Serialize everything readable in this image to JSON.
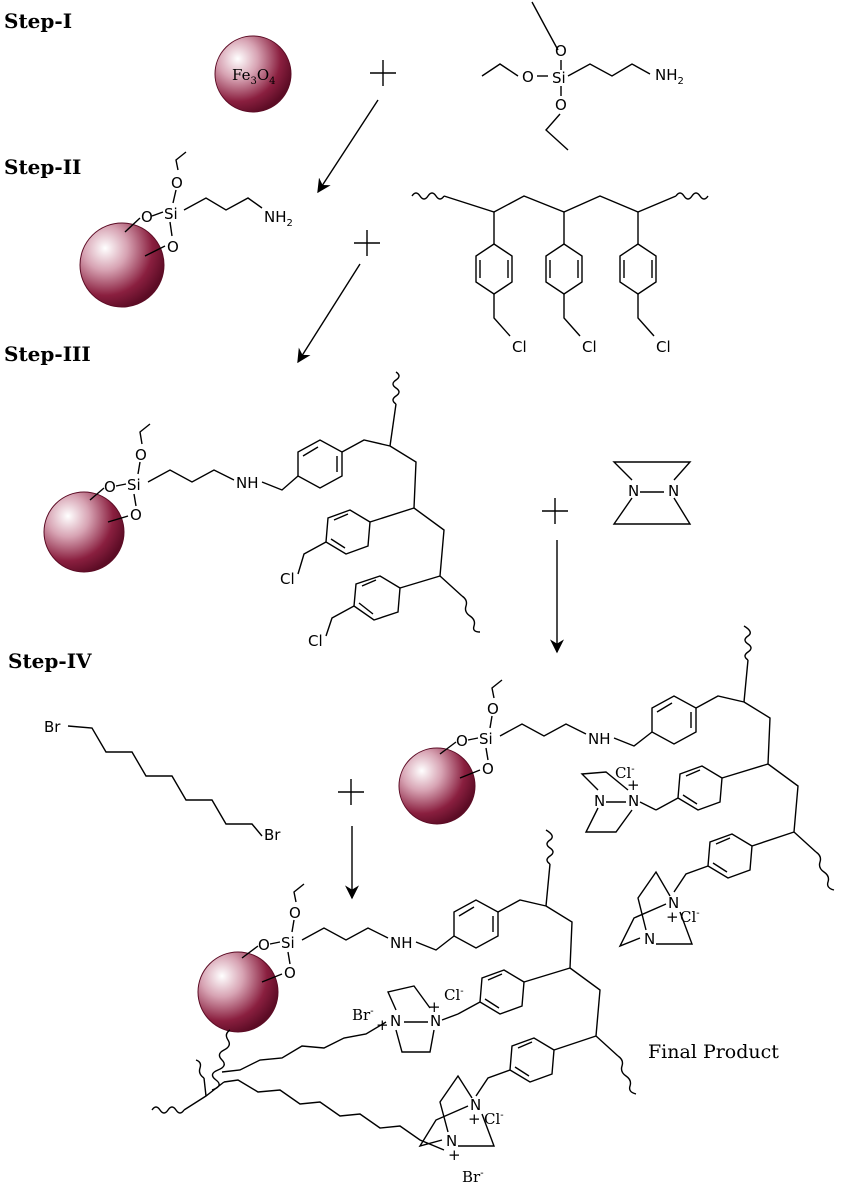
{
  "steps": {
    "s1": "Step-I",
    "s2": "Step-II",
    "s3": "Step-III",
    "s4": "Step-IV"
  },
  "final_label": "Final Product",
  "atoms": {
    "fe3o4_base": "Fe",
    "fe3o4_sub3": "3",
    "fe3o4_o": "O",
    "fe3o4_sub4": "4",
    "O": "O",
    "Si": "Si",
    "NH2_base": "NH",
    "NH2_sub": "2",
    "NH": "NH",
    "Cl": "Cl",
    "Br": "Br",
    "N": "N",
    "plus": "+",
    "Cl_minus": "Cl",
    "Br_minus": "Br",
    "minus": "-"
  },
  "colors": {
    "nanoparticle_core": "#8a1f3f",
    "nanoparticle_highlight": "#f4e6ea"
  }
}
